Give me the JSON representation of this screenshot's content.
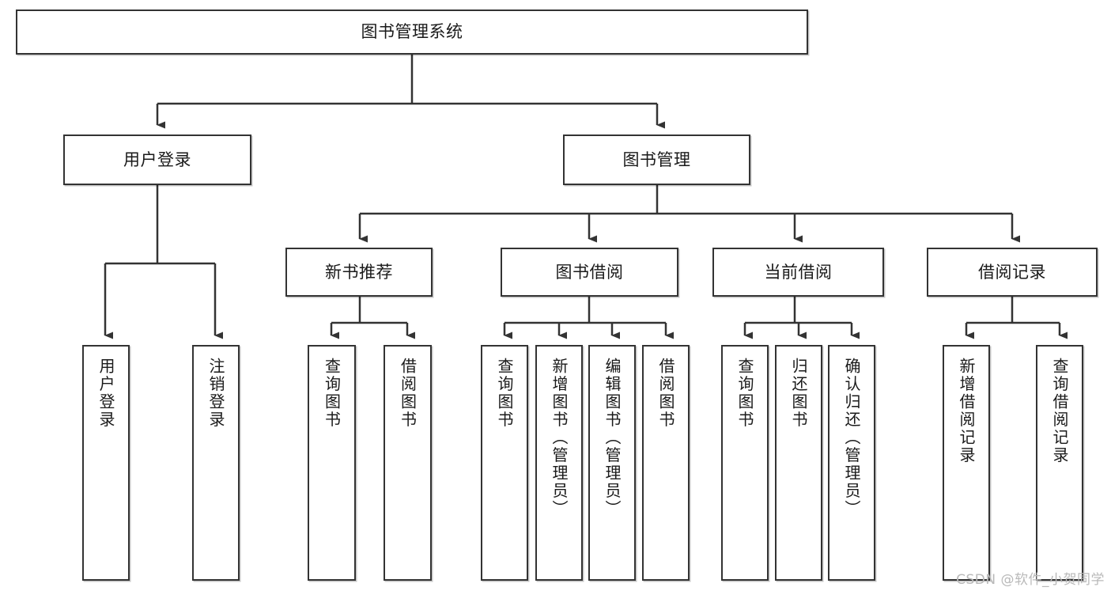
{
  "diagram": {
    "title": "图书管理系统",
    "type": "tree-hierarchy-chart",
    "root": {
      "label": "图书管理系统"
    },
    "level2": [
      {
        "label": "用户登录"
      },
      {
        "label": "图书管理"
      }
    ],
    "level3": [
      {
        "label": "新书推荐"
      },
      {
        "label": "图书借阅"
      },
      {
        "label": "当前借阅"
      },
      {
        "label": "借阅记录"
      }
    ],
    "leaves": {
      "user_login": [
        {
          "label": "用户登录"
        },
        {
          "label": "注销登录"
        }
      ],
      "new_book_recommend": [
        {
          "label": "查询图书"
        },
        {
          "label": "借阅图书"
        }
      ],
      "book_borrow": [
        {
          "label": "查询图书"
        },
        {
          "label": "新增图书（管理员）"
        },
        {
          "label": "编辑图书（管理员）"
        },
        {
          "label": "借阅图书"
        }
      ],
      "current_borrow": [
        {
          "label": "查询图书"
        },
        {
          "label": "归还图书"
        },
        {
          "label": "确认归还（管理员）"
        }
      ],
      "borrow_record": [
        {
          "label": "新增借阅记录"
        },
        {
          "label": "查询借阅记录"
        }
      ]
    }
  },
  "watermark": {
    "text": "CSDN @软件_小贺同学"
  },
  "colors": {
    "border": "#333333",
    "text": "#1a1a1a",
    "background": "#ffffff",
    "watermark": "#b9b9b9"
  }
}
